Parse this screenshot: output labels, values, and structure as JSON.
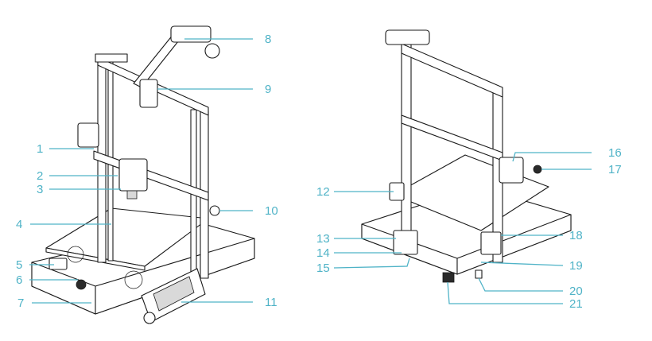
{
  "diagram": {
    "accent_color": "#4fb3c7",
    "line_color": "#1a1a1a",
    "callouts": [
      {
        "id": "1",
        "label": "1"
      },
      {
        "id": "2",
        "label": "2"
      },
      {
        "id": "3",
        "label": "3"
      },
      {
        "id": "4",
        "label": "4"
      },
      {
        "id": "5",
        "label": "5"
      },
      {
        "id": "6",
        "label": "6"
      },
      {
        "id": "7",
        "label": "7"
      },
      {
        "id": "8",
        "label": "8"
      },
      {
        "id": "9",
        "label": "9"
      },
      {
        "id": "10",
        "label": "10"
      },
      {
        "id": "11",
        "label": "11"
      },
      {
        "id": "12",
        "label": "12"
      },
      {
        "id": "13",
        "label": "13"
      },
      {
        "id": "14",
        "label": "14"
      },
      {
        "id": "15",
        "label": "15"
      },
      {
        "id": "16",
        "label": "16"
      },
      {
        "id": "17",
        "label": "17"
      },
      {
        "id": "18",
        "label": "18"
      },
      {
        "id": "19",
        "label": "19"
      },
      {
        "id": "20",
        "label": "20"
      },
      {
        "id": "21",
        "label": "21"
      }
    ]
  }
}
